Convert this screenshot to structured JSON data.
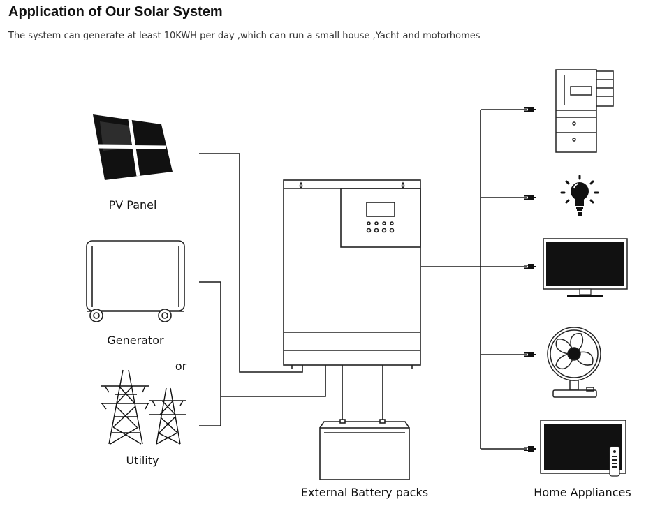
{
  "header": {
    "title": "Application of Our Solar System",
    "subtitle": "The system can generate at least 10KWH per day ,which can run a small house ,Yacht and motorhomes"
  },
  "diagram": {
    "pv_label": "PV Panel",
    "generator_label": "Generator",
    "or_label": "or",
    "utility_label": "Utility",
    "battery_label": "External Battery packs",
    "appliances_label": "Home Appliances",
    "appliances": [
      "refrigerator-icon",
      "light-bulb-icon",
      "tv-icon",
      "fan-icon",
      "television-remote-icon"
    ]
  },
  "colors": {
    "line": "#1a1a1a",
    "background": "#ffffff"
  }
}
